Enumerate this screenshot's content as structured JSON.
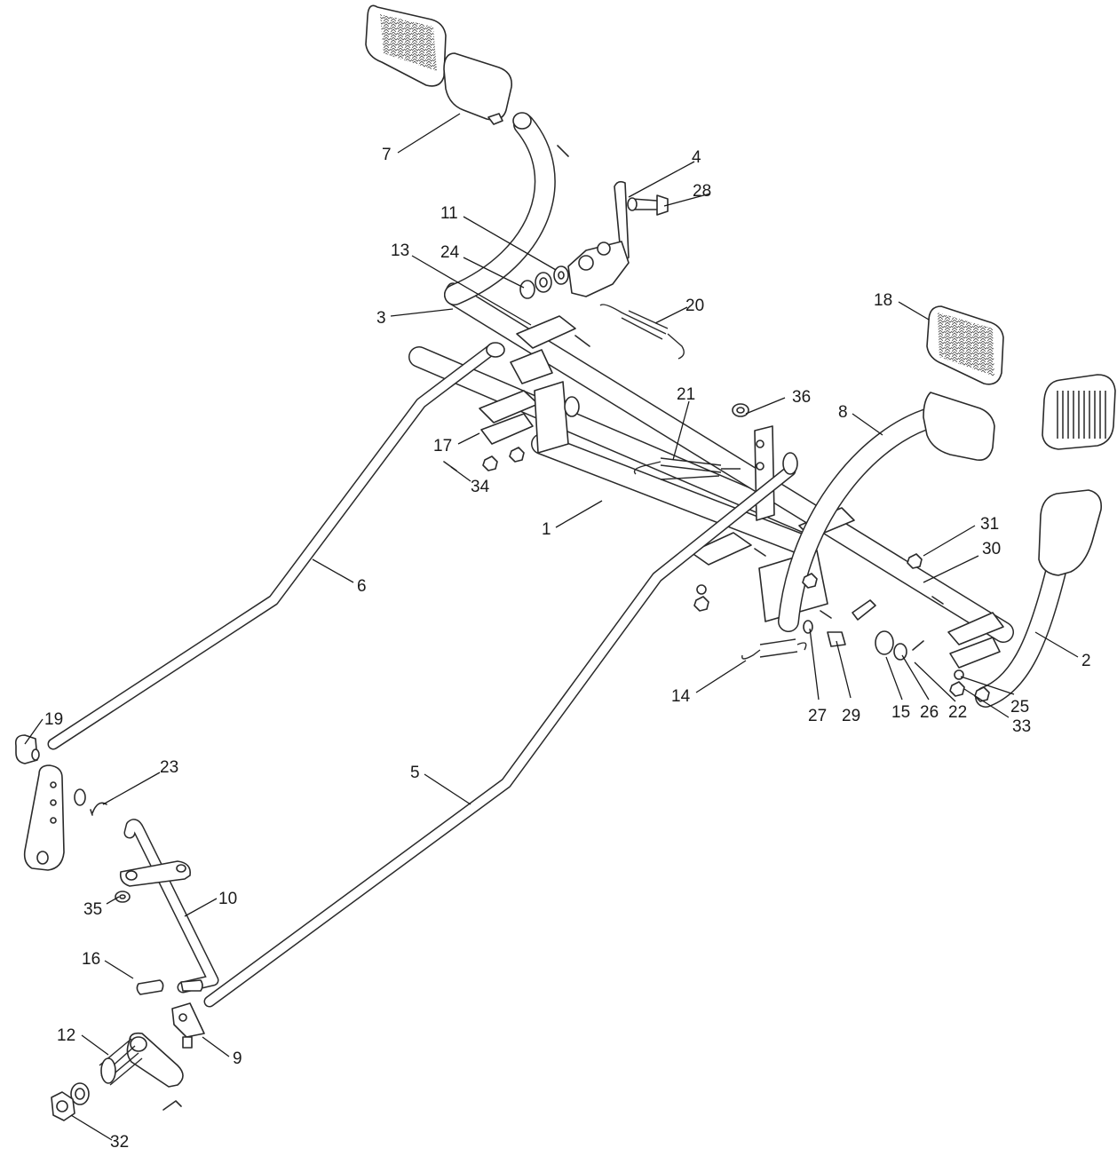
{
  "callouts": [
    {
      "id": "1",
      "label": "1"
    },
    {
      "id": "2",
      "label": "2"
    },
    {
      "id": "3",
      "label": "3"
    },
    {
      "id": "4",
      "label": "4"
    },
    {
      "id": "5",
      "label": "5"
    },
    {
      "id": "6",
      "label": "6"
    },
    {
      "id": "7",
      "label": "7"
    },
    {
      "id": "8",
      "label": "8"
    },
    {
      "id": "9",
      "label": "9"
    },
    {
      "id": "10",
      "label": "10"
    },
    {
      "id": "11",
      "label": "11"
    },
    {
      "id": "12",
      "label": "12"
    },
    {
      "id": "13",
      "label": "13"
    },
    {
      "id": "14",
      "label": "14"
    },
    {
      "id": "15",
      "label": "15"
    },
    {
      "id": "16",
      "label": "16"
    },
    {
      "id": "17",
      "label": "17"
    },
    {
      "id": "18",
      "label": "18"
    },
    {
      "id": "19",
      "label": "19"
    },
    {
      "id": "20",
      "label": "20"
    },
    {
      "id": "21",
      "label": "21"
    },
    {
      "id": "22",
      "label": "22"
    },
    {
      "id": "23",
      "label": "23"
    },
    {
      "id": "24",
      "label": "24"
    },
    {
      "id": "25",
      "label": "25"
    },
    {
      "id": "26",
      "label": "26"
    },
    {
      "id": "27",
      "label": "27"
    },
    {
      "id": "28",
      "label": "28"
    },
    {
      "id": "29",
      "label": "29"
    },
    {
      "id": "30",
      "label": "30"
    },
    {
      "id": "31",
      "label": "31"
    },
    {
      "id": "32",
      "label": "32"
    },
    {
      "id": "33",
      "label": "33"
    },
    {
      "id": "34",
      "label": "34"
    },
    {
      "id": "35",
      "label": "35"
    },
    {
      "id": "36",
      "label": "36"
    }
  ]
}
